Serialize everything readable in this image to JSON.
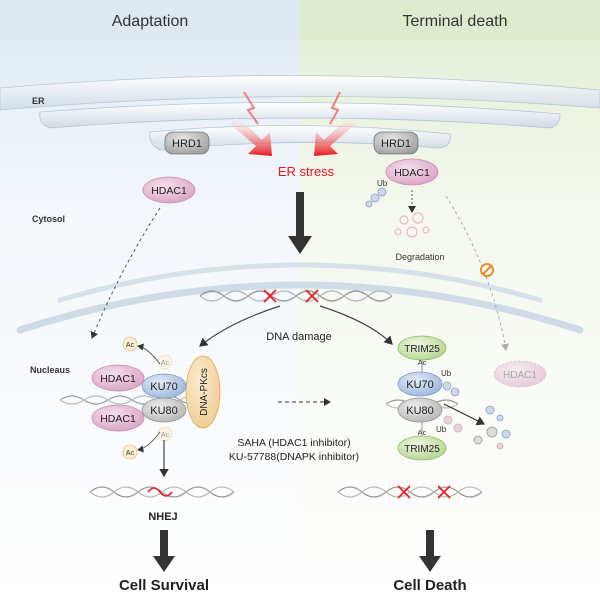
{
  "header": {
    "left_title": "Adaptation",
    "right_title": "Terminal death"
  },
  "labels": {
    "er": "ER",
    "cytosol": "Cytosol",
    "nucleus": "Nucleaus",
    "er_stress": "ER stress",
    "degradation": "Degradation",
    "dna_damage": "DNA  damage",
    "nhej": "NHEJ"
  },
  "proteins": {
    "hrd1": "HRD1",
    "hdac1": "HDAC1",
    "ku70": "KU70",
    "ku80": "KU80",
    "dna_pkcs": "DNA-PKcs",
    "trim25": "TRIM25",
    "ac": "Ac",
    "ub": "Ub"
  },
  "inhibitors": {
    "saha": "SAHA (HDAC1 inhibitor)",
    "ku57788": "KU-57788(DNAPK inhibitor)"
  },
  "outcomes": {
    "left": "Cell Survival",
    "right": "Cell Death"
  },
  "colors": {
    "left_panel": "#e8f1f7",
    "right_panel": "#ecf3e1",
    "hdac1_fill": "#e3b9d2",
    "trim25_fill": "#cfe6b3",
    "ku70_fill": "#b8cbe6",
    "ku80_fill": "#c9c9c9",
    "dna_pkcs_fill": "#f3d8a6",
    "stress_red": "#e8171d"
  }
}
